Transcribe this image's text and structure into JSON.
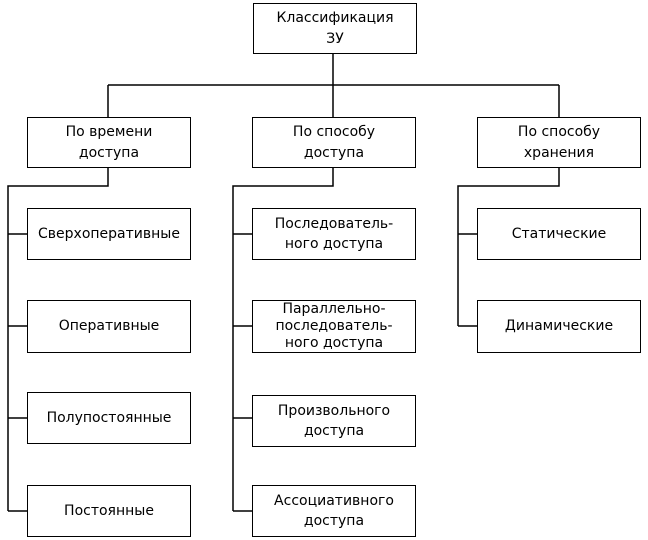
{
  "diagram": {
    "root": "Классификация\nЗУ",
    "columns": [
      {
        "title": "По времени\nдоступа",
        "items": [
          "Сверхоперативные",
          "Оперативные",
          "Полупостоянные",
          "Постоянные"
        ]
      },
      {
        "title": "По способу\nдоступа",
        "items": [
          "Последователь-\nного доступа",
          "Параллельно-\nпоследователь-\nного доступа",
          "Произвольного\nдоступа",
          "Ассоциативного\nдоступа"
        ]
      },
      {
        "title": "По способу\nхранения",
        "items": [
          "Статические",
          "Динамические"
        ]
      }
    ]
  }
}
